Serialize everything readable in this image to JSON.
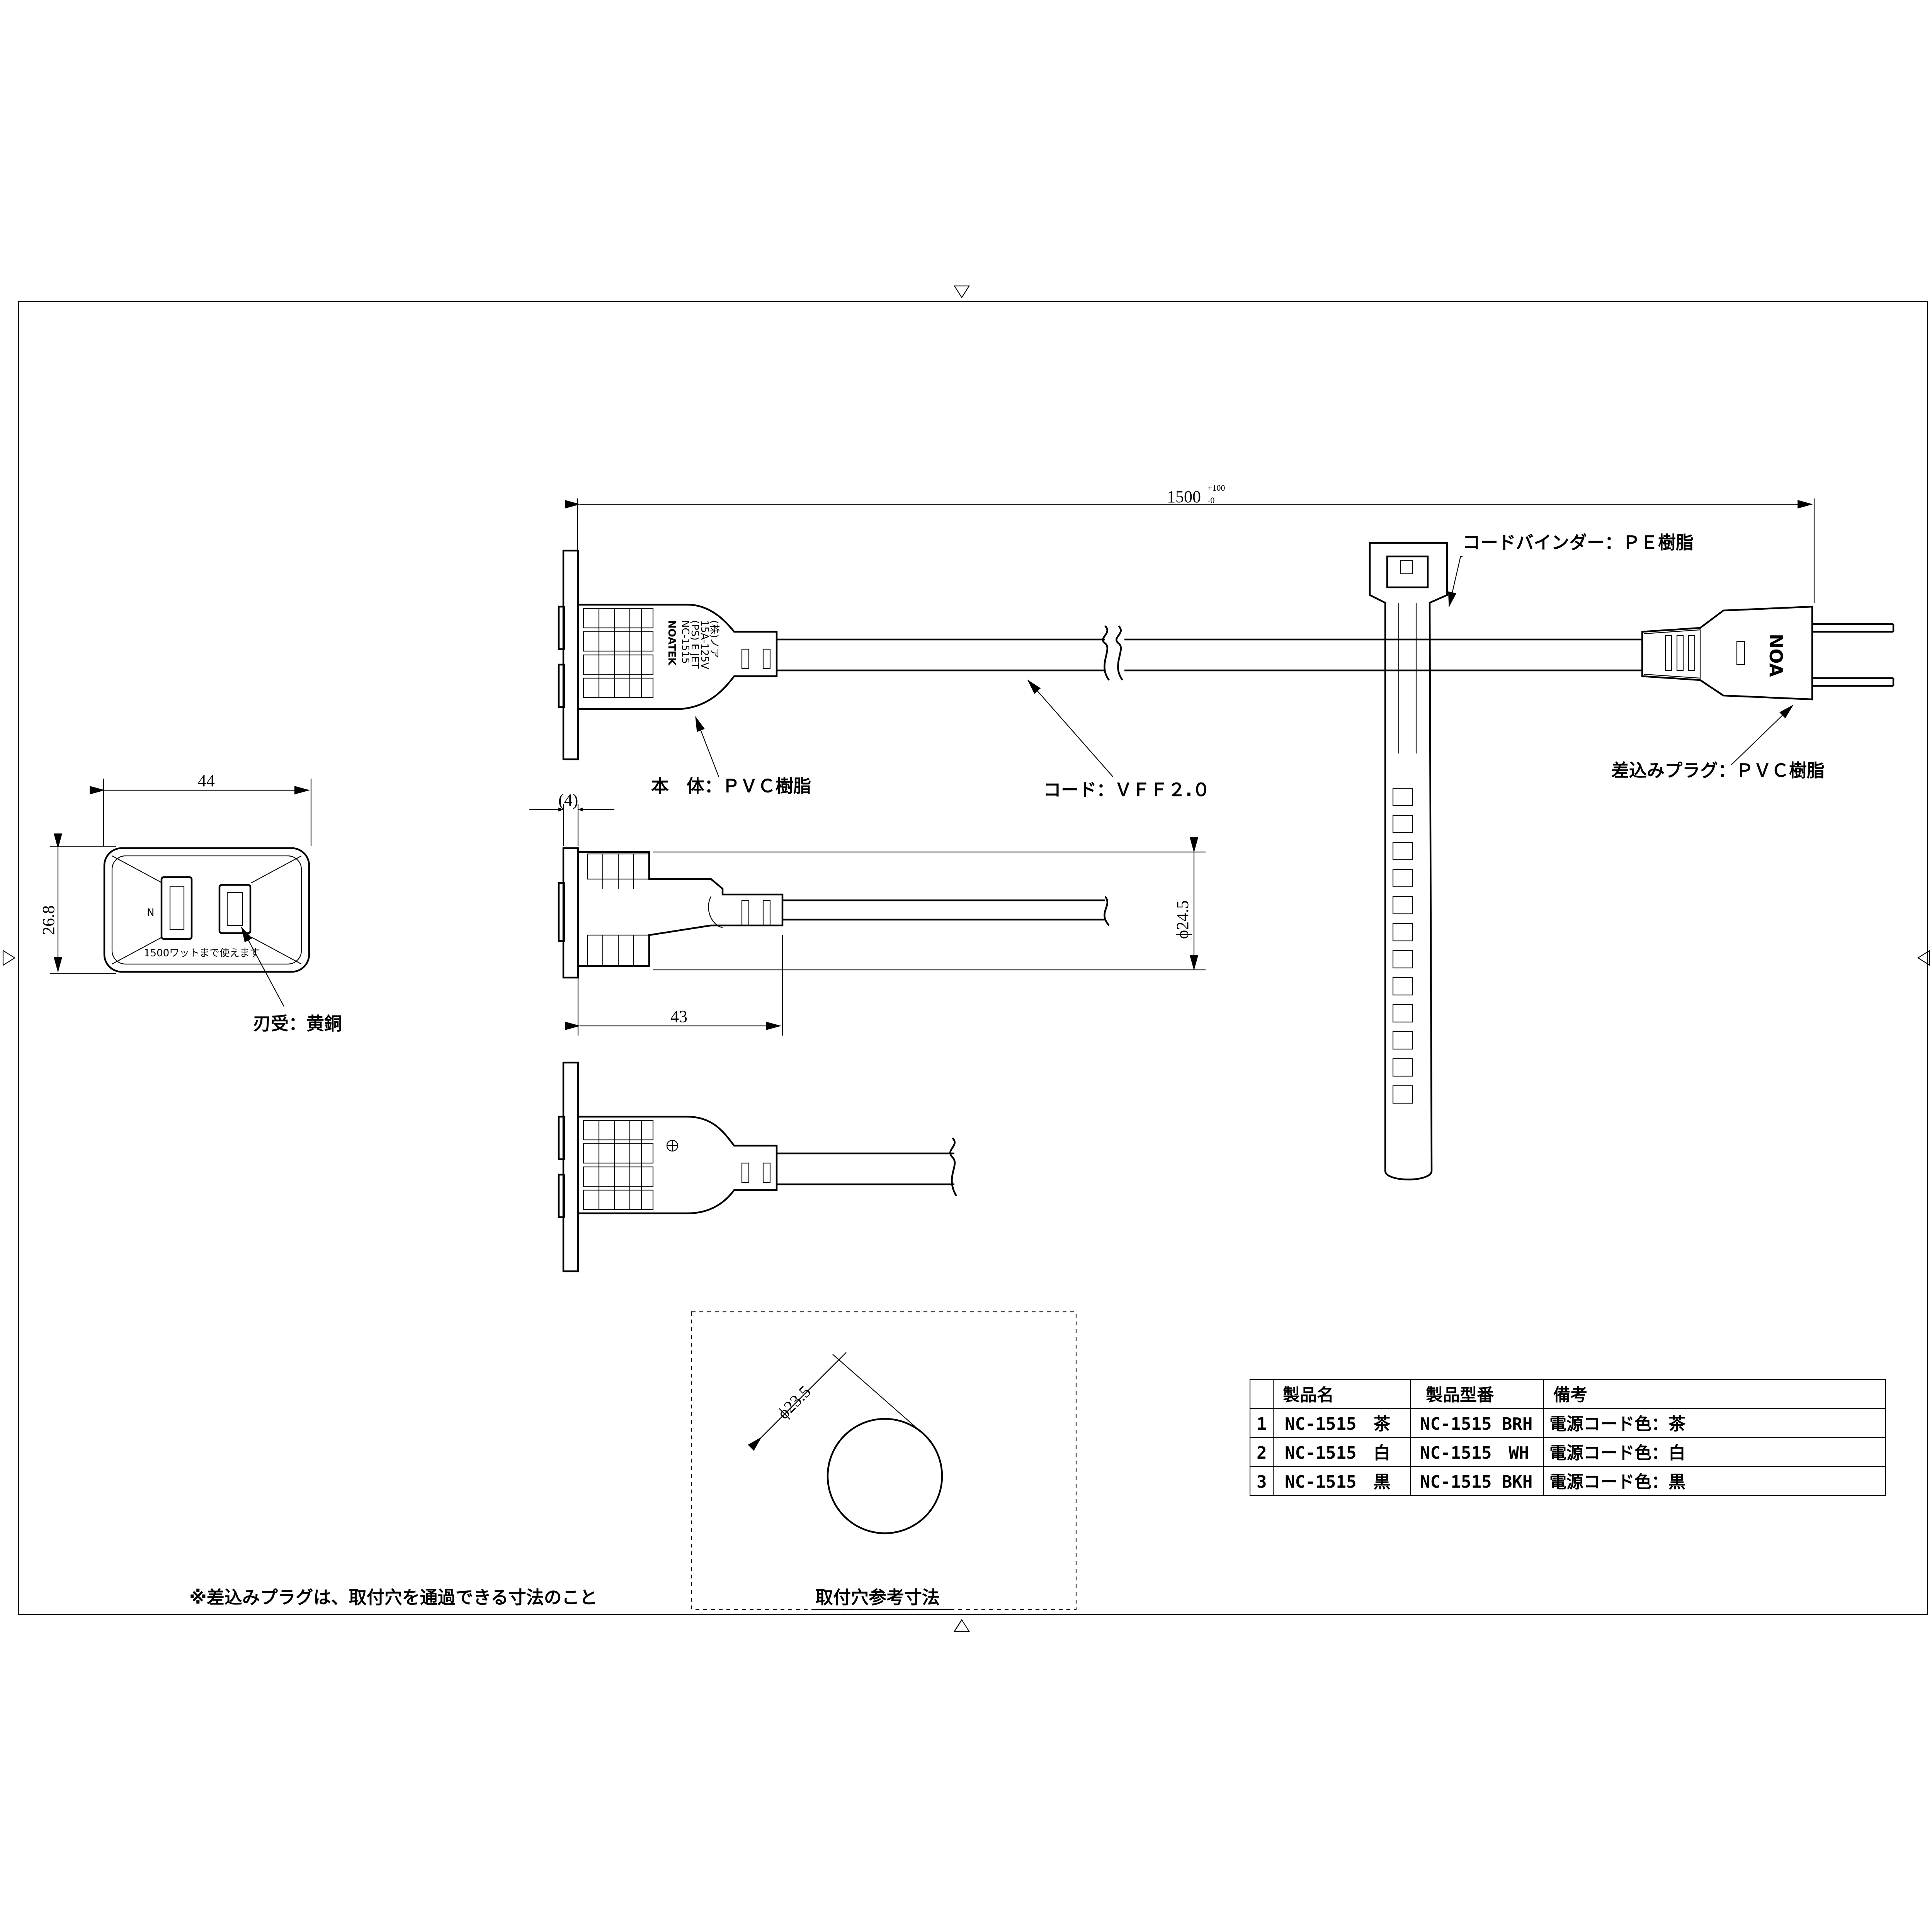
{
  "dimensions": {
    "overall_length": "1500",
    "tolerance_upper": "+100",
    "tolerance_lower": "-0",
    "flange_thickness": "(4)",
    "body_length": "43",
    "diameter_body": "ϕ24.5",
    "front_width": "44",
    "front_height": "26.8",
    "hole_diameter": "ϕ23.5"
  },
  "labels": {
    "cord_binder": "コードバインダー：ＰＥ樹脂",
    "body": "本　体：ＰＶＣ樹脂",
    "cord": "コード：ＶＦＦ２.０",
    "plug": "差込みプラグ：ＰＶＣ樹脂",
    "blade": "刃受：黄銅",
    "note": "※差込みプラグは、取付穴を通過できる寸法のこと",
    "hole_ref": "取付穴参考寸法"
  },
  "face": {
    "neutral_mark": "N",
    "rating_text": "1500ワットまで使えます"
  },
  "product_marking": {
    "brand": "NOATEK",
    "lines": [
      "NC-1515",
      "(PS) E JET",
      "15A-125V",
      "(株)ノア"
    ]
  },
  "plug_logo": "NOA",
  "table": {
    "headers": [
      "",
      "製品名",
      "製品型番",
      "備考"
    ],
    "rows": [
      {
        "no": "1",
        "name": "NC-1515　茶",
        "model": "NC-1515 BRH",
        "note": "電源コード色：茶"
      },
      {
        "no": "2",
        "name": "NC-1515　白",
        "model": "NC-1515　WH",
        "note": "電源コード色：白"
      },
      {
        "no": "3",
        "name": "NC-1515　黒",
        "model": "NC-1515 BKH",
        "note": "電源コード色：黒"
      }
    ]
  }
}
